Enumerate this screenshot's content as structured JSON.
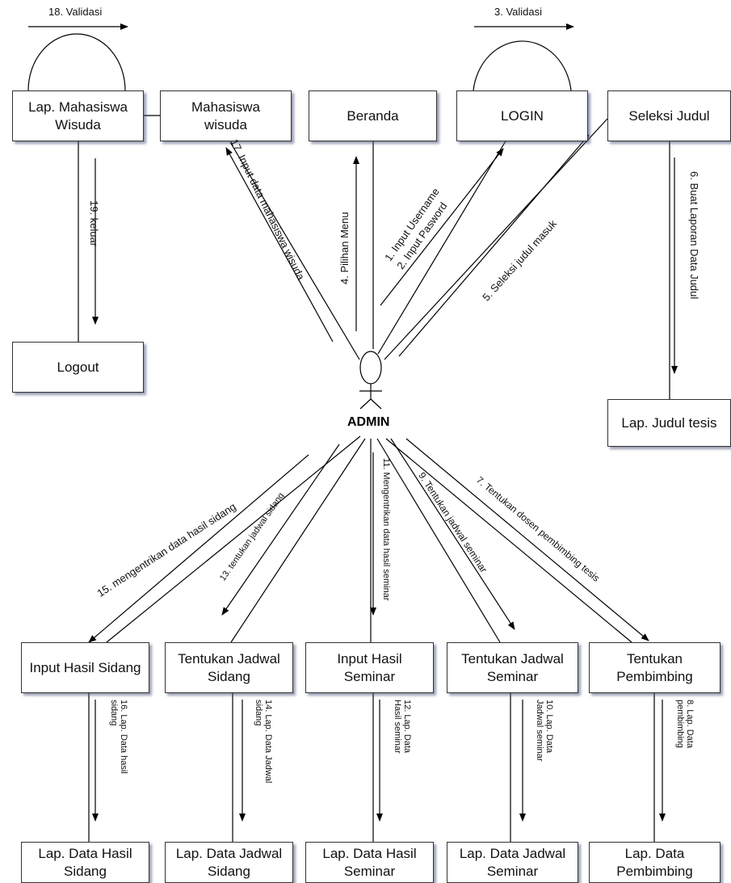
{
  "actor": {
    "name": "ADMIN",
    "icon": "stick-figure-icon"
  },
  "boxes": {
    "lap_mahasiswa_wisuda": "Lap. Mahasiswa\nWisuda",
    "mahasiswa_wisuda": "Mahasiswa\nwisuda",
    "beranda": "Beranda",
    "login": "LOGIN",
    "seleksi_judul": "Seleksi Judul",
    "logout": "Logout",
    "lap_judul_tesis": "Lap. Judul tesis",
    "input_hasil_sidang": "Input Hasil Sidang",
    "tentukan_jadwal_sidang": "Tentukan Jadwal\nSidang",
    "input_hasil_seminar": "Input Hasil\nSeminar",
    "tentukan_jadwal_seminar": "Tentukan Jadwal\nSeminar",
    "tentukan_pembimbing": "Tentukan\nPembimbing",
    "lap_data_hasil_sidang": "Lap. Data Hasil\nSidang",
    "lap_data_jadwal_sidang": "Lap. Data Jadwal\nSidang",
    "lap_data_hasil_seminar": "Lap. Data Hasil\nSeminar",
    "lap_data_jadwal_seminar": "Lap. Data Jadwal\nSeminar",
    "lap_data_pembimbing": "Lap. Data\nPembimbing"
  },
  "messages": {
    "m1": "1. Input Username",
    "m2": "2. Input Pasword",
    "m3": "3. Validasi",
    "m4": "4. Pilihan Menu",
    "m5": "5. Seleksi judul masuk",
    "m6": "6. Buat Laporan Data Judul",
    "m7": "7. Tentukan dosen pembimbing tesis",
    "m8": "8. Lap. Data\npembimbing",
    "m9": "9. Tentukan jadwal seminar",
    "m10": "10. Lap. Data\nJadwal seminar",
    "m11": "11. Mengentrikan data hasil seminar",
    "m12": "12. Lap. Data\nHasil seminar",
    "m13": "13. tentukan jadwal sidang",
    "m14": "14. Lap. Data Jadwal\nsidang",
    "m15": "15. mengentrikan data hasil sidang",
    "m16": "16. Lap. Data hasil\nsidang",
    "m17": "17. Input data mahasiswa wisuda",
    "m18": "18. Validasi",
    "m19": "19. keluar"
  }
}
